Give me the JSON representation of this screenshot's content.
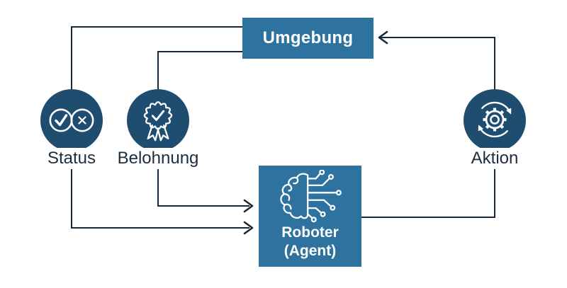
{
  "colors": {
    "background": "#ffffff",
    "box_fill": "#2e72a0",
    "node_fill": "#1f4d6f",
    "wire": "#15293b",
    "label_text": "#1e2d3e",
    "box_text": "#ffffff"
  },
  "environment_box": {
    "label": "Umgebung"
  },
  "agent_box": {
    "label_line1": "Roboter",
    "label_line2": "(Agent)",
    "icon": "brain-circuit-icon"
  },
  "nodes": {
    "status": {
      "label": "Status",
      "icon": "check-cross-circles-icon"
    },
    "reward": {
      "label": "Belohnung",
      "icon": "award-badge-icon"
    },
    "action": {
      "label": "Aktion",
      "icon": "gear-cycle-icon"
    }
  },
  "connections": [
    {
      "from": "Umgebung",
      "to": "Status",
      "arrowhead": false
    },
    {
      "from": "Status",
      "to": "Roboter (Agent)",
      "arrowhead": true
    },
    {
      "from": "Umgebung",
      "to": "Belohnung",
      "arrowhead": false
    },
    {
      "from": "Belohnung",
      "to": "Roboter (Agent)",
      "arrowhead": true
    },
    {
      "from": "Roboter (Agent)",
      "to": "Aktion",
      "arrowhead": false
    },
    {
      "from": "Aktion",
      "to": "Umgebung",
      "arrowhead": true
    }
  ]
}
